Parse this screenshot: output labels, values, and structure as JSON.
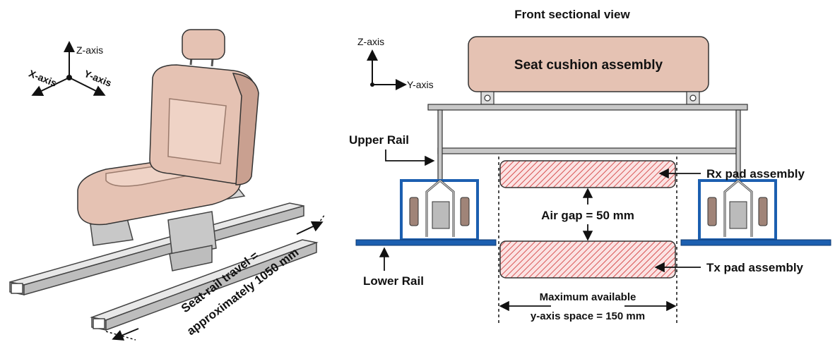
{
  "left": {
    "axes": {
      "z": "Z-axis",
      "x": "X-axis",
      "y": "Y-axis"
    },
    "travel_line1": "Seat-rail travel =",
    "travel_line2": "approximately 1050 mm"
  },
  "right": {
    "title": "Front sectional view",
    "axes": {
      "z": "Z-axis",
      "y": "Y-axis"
    },
    "seat_cushion": "Seat cushion assembly",
    "upper_rail": "Upper Rail",
    "lower_rail": "Lower Rail",
    "rx_pad": "Rx pad assembly",
    "tx_pad": "Tx pad assembly",
    "air_gap": "Air gap = 50 mm",
    "max_space_line1": "Maximum available",
    "max_space_line2": "y-axis space = 150 mm"
  },
  "colors": {
    "seat_fill": "#e5c2b3",
    "seat_shade": "#c9a090",
    "rail_blue": "#1c5fb0",
    "pad_hatch": "#d03030",
    "metal_gray": "#bfbfbf",
    "dark": "#111111"
  }
}
